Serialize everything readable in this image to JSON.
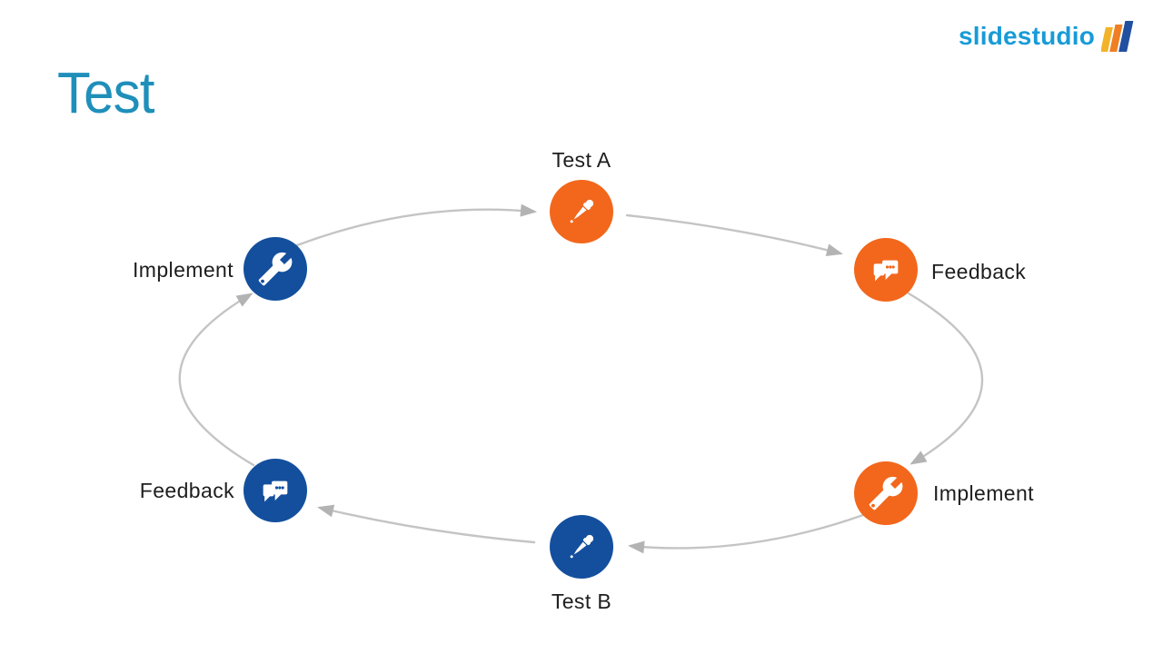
{
  "title": "Test",
  "logo": {
    "text": "slidestudio",
    "bar_colors": [
      "#F2B32A",
      "#F07E22",
      "#20509F"
    ]
  },
  "colors": {
    "orange": "#F2671C",
    "blue": "#134F9D",
    "arrow": "#C4C4C4",
    "arrowhead": "#B3B3B3",
    "label": "#1E1E1E",
    "title": "#1F8FBA",
    "logo_text": "#189BD8"
  },
  "cycle": {
    "direction": "clockwise",
    "nodes": [
      {
        "label": "Test A",
        "icon": "eyedropper-icon",
        "color": "orange",
        "position": "top"
      },
      {
        "label": "Feedback",
        "icon": "chat-bubbles-icon",
        "color": "orange",
        "position": "top-right"
      },
      {
        "label": "Implement",
        "icon": "wrench-icon",
        "color": "orange",
        "position": "bottom-right"
      },
      {
        "label": "Test B",
        "icon": "eyedropper-icon",
        "color": "blue",
        "position": "bottom"
      },
      {
        "label": "Feedback",
        "icon": "chat-bubbles-icon",
        "color": "blue",
        "position": "bottom-left"
      },
      {
        "label": "Implement",
        "icon": "wrench-icon",
        "color": "blue",
        "position": "top-left"
      }
    ]
  }
}
